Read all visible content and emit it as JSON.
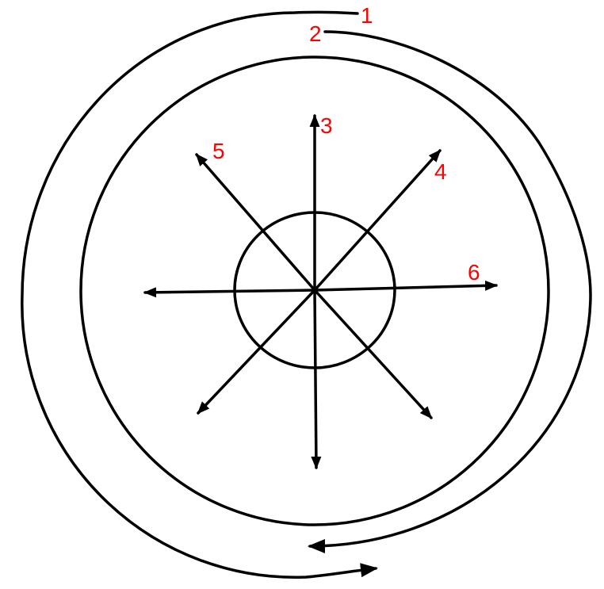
{
  "colors": {
    "stroke": "#000000",
    "label": "#ff0000",
    "background": "#ffffff"
  },
  "labels": {
    "l1": "1",
    "l2": "2",
    "l3": "3",
    "l4": "4",
    "l5": "5",
    "l6": "6"
  }
}
